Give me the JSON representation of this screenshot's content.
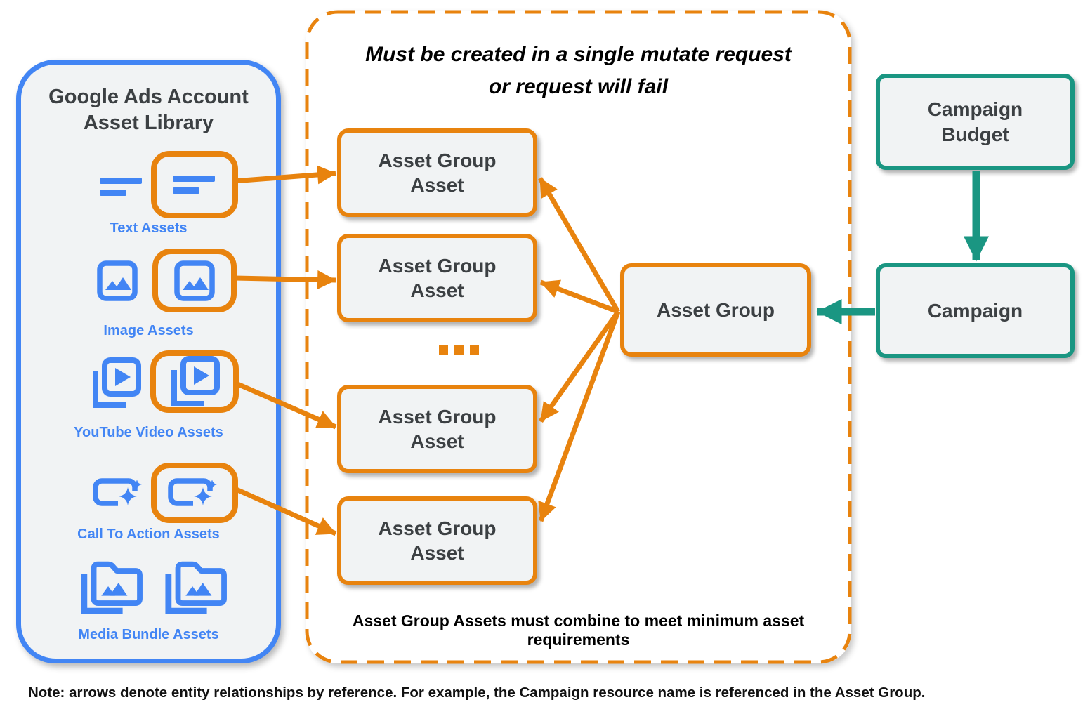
{
  "asset_library": {
    "title_line1": "Google Ads Account",
    "title_line2": "Asset Library",
    "items": [
      {
        "label": "Text Assets",
        "icon": "text-lines-icon"
      },
      {
        "label": "Image Assets",
        "icon": "image-icon"
      },
      {
        "label": "YouTube Video  Assets",
        "icon": "video-stack-icon"
      },
      {
        "label": "Call To Action Assets",
        "icon": "cta-sparkle-icon"
      },
      {
        "label": "Media Bundle  Assets",
        "icon": "media-bundle-folder-icon"
      }
    ]
  },
  "mutate_box": {
    "title_line1": "Must be created in a single mutate request",
    "title_line2": "or request will fail",
    "ellipsis": "...",
    "footnote": "Asset Group Assets must combine to meet minimum asset requirements",
    "asset_group_asset_boxes": [
      {
        "line1": "Asset Group",
        "line2": "Asset"
      },
      {
        "line1": "Asset Group",
        "line2": "Asset"
      },
      {
        "line1": "Asset Group",
        "line2": "Asset"
      },
      {
        "line1": "Asset Group",
        "line2": "Asset"
      }
    ]
  },
  "asset_group": {
    "label": "Asset Group"
  },
  "campaign_budget": {
    "line1": "Campaign",
    "line2": "Budget"
  },
  "campaign": {
    "label": "Campaign"
  },
  "note": "Note: arrows denote entity relationships by reference. For example, the Campaign resource name is referenced in the Asset Group.",
  "colors": {
    "orange": "#E8830E",
    "blue": "#4285F4",
    "teal": "#1A9682",
    "box_fill": "#F1F3F4",
    "text_dark": "#3C4043"
  }
}
